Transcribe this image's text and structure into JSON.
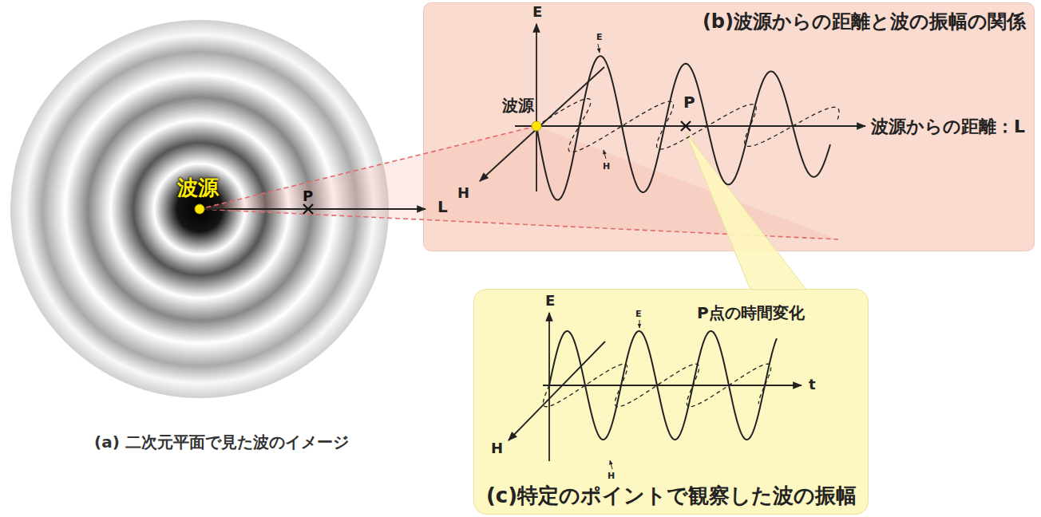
{
  "diagram": {
    "nodes": [
      {
        "text": [
          "波源",
          "P"
        ]
      },
      {
        "text": [
          "(b)波源からの距離と波の振幅の関係",
          "E",
          "E",
          "波源",
          "P",
          "波源からの距離：L",
          "H",
          "H"
        ]
      },
      {
        "text": [
          "P点の時間変化",
          "E",
          "E",
          "t",
          "H",
          "H",
          "(c)特定のポイントで観察した波の振幅"
        ]
      }
    ],
    "edges": [
      {
        "from": 0,
        "to": 1,
        "arrow": "none"
      },
      {
        "from": 1,
        "to": 2,
        "arrow": "none"
      }
    ],
    "labels": [
      "L",
      "(a) 二次元平面で見た波のイメージ"
    ]
  }
}
